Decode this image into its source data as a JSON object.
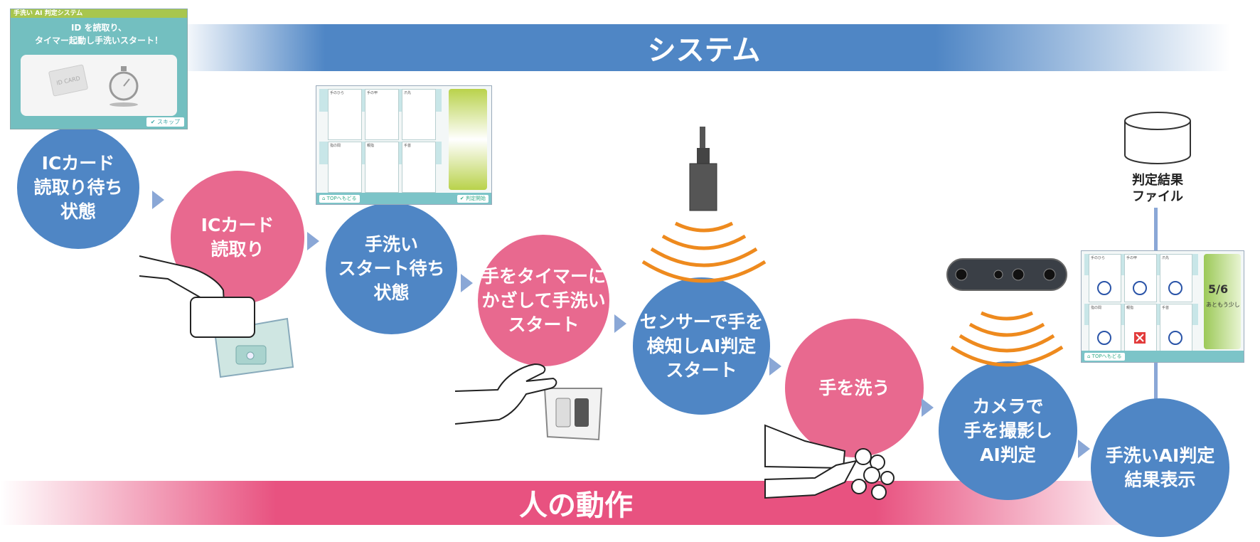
{
  "bands": {
    "system": "システム",
    "human": "人の動作"
  },
  "steps": [
    {
      "label": "ICカード\n読取り待ち\n状態",
      "lane": "system"
    },
    {
      "label": "ICカード\n読取り",
      "lane": "human"
    },
    {
      "label": "手洗い\nスタート待ち\n状態",
      "lane": "system"
    },
    {
      "label": "手をタイマーに\nかざして手洗い\nスタート",
      "lane": "human"
    },
    {
      "label": "センサーで手を\n検知しAI判定\nスタート",
      "lane": "system"
    },
    {
      "label": "手を洗う",
      "lane": "human"
    },
    {
      "label": "カメラで\n手を撮影し\nAI判定",
      "lane": "system"
    },
    {
      "label": "手洗いAI判定\n結果表示",
      "lane": "system"
    }
  ],
  "screen_id": {
    "title_bar": "手洗い AI 判定システム",
    "headline": "ID を読取り、\nタイマー起動し手洗いスタート！",
    "card_text": "ID CARD",
    "skip_label": "スキップ"
  },
  "screen_guide": {
    "top_labels": [
      "手のひら",
      "手の甲",
      "爪先"
    ],
    "bottom_labels": [
      "指の間",
      "親指",
      "手首"
    ],
    "home_label": "TOPへもどる",
    "start_label": "判定開始"
  },
  "screen_result": {
    "top_labels": [
      "手のひら",
      "手の甲",
      "爪先"
    ],
    "bottom_labels": [
      "指の間",
      "親指",
      "手首"
    ],
    "results": [
      "ok",
      "ok",
      "ok",
      "ok",
      "ng",
      "ok"
    ],
    "score": "5/6",
    "message": "あともう少し",
    "home_label": "TOPへもどる"
  },
  "database": {
    "label": "判定結果\nファイル"
  },
  "colors": {
    "system": "#4f86c5",
    "human": "#e8698f",
    "waves": "#ee8a1e",
    "arrow": "#8aa7d6"
  }
}
